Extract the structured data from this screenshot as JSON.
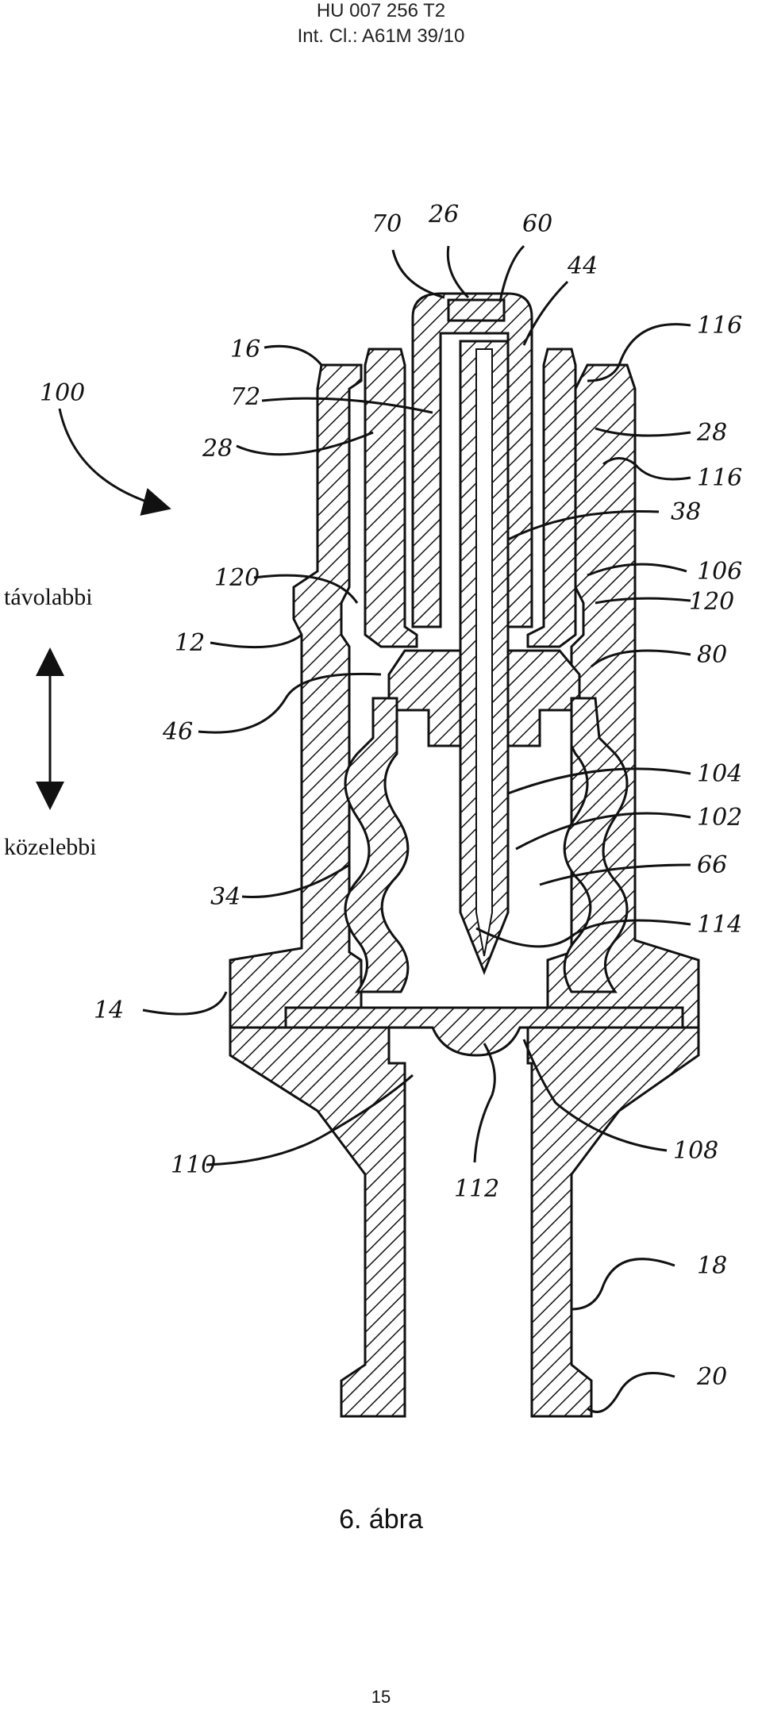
{
  "header": {
    "doc_number": "HU 007 256 T2",
    "classification": "Int. Cl.: A61M 39/10"
  },
  "direction_labels": {
    "distal": "távolabbi",
    "proximal": "közelebbi"
  },
  "callouts": [
    "100",
    "70",
    "26",
    "60",
    "44",
    "116",
    "16",
    "72",
    "28",
    "28",
    "116",
    "38",
    "120",
    "106",
    "120",
    "12",
    "80",
    "46",
    "104",
    "102",
    "34",
    "66",
    "114",
    "14",
    "110",
    "112",
    "108",
    "18",
    "20"
  ],
  "caption": "6. ábra",
  "page_number": "15"
}
